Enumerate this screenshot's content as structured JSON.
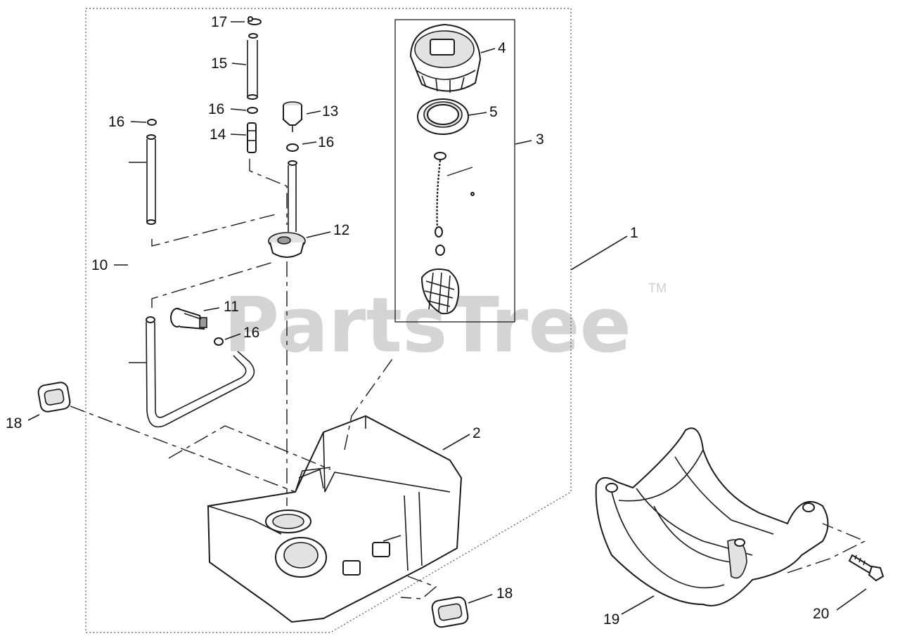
{
  "watermark": {
    "text": "PartsTree",
    "trademark": "TM"
  },
  "callouts": [
    "1",
    "2",
    "3",
    "4",
    "5",
    "10",
    "11",
    "12",
    "13",
    "14",
    "15",
    "16",
    "16",
    "16",
    "16",
    "17",
    "18",
    "18",
    "19",
    "20"
  ]
}
